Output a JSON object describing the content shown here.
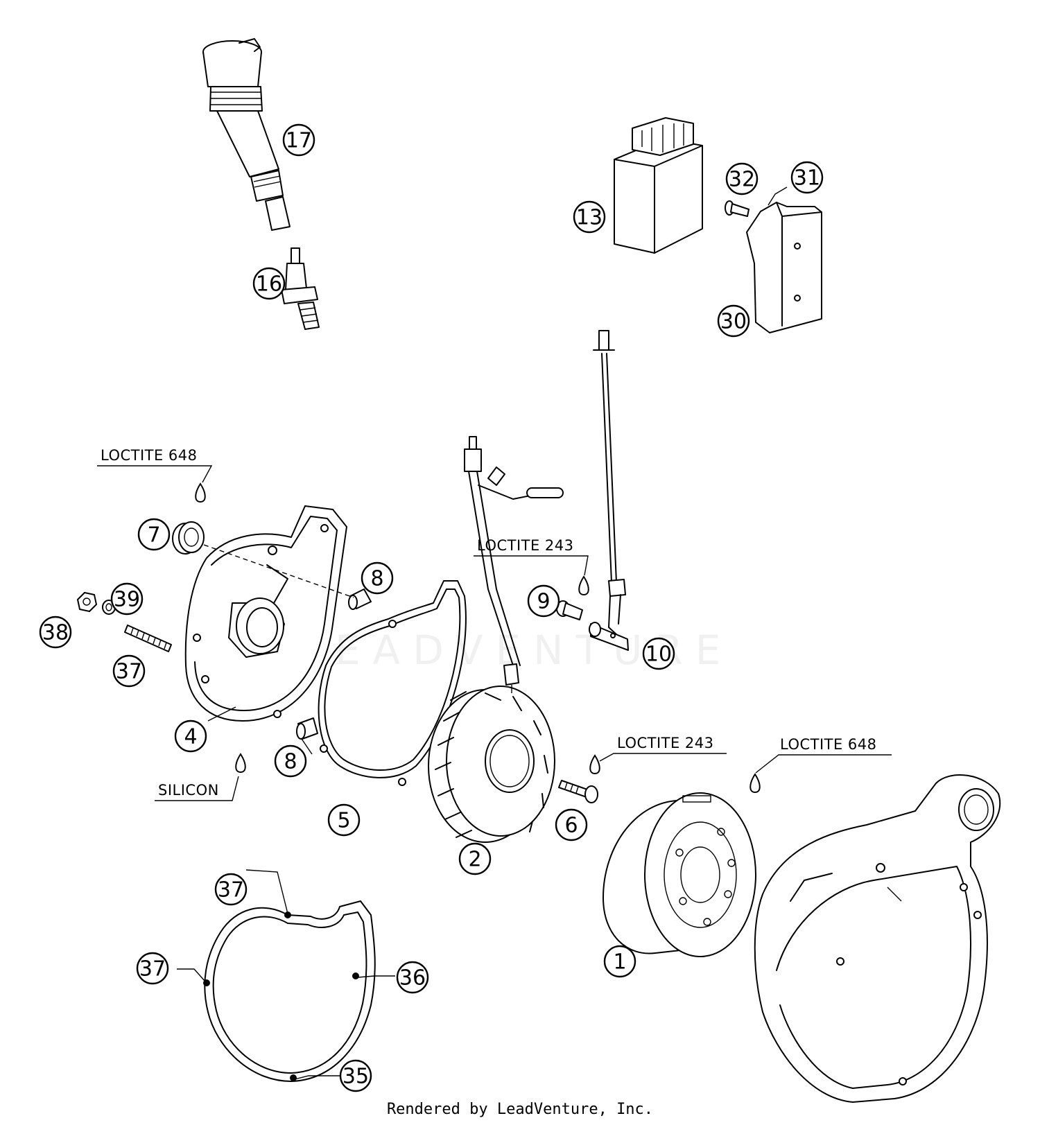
{
  "callouts": [
    "17",
    "16",
    "13",
    "32",
    "31",
    "30",
    "7",
    "8",
    "39",
    "38",
    "37",
    "4",
    "8",
    "5",
    "9",
    "10",
    "2",
    "6",
    "1",
    "37",
    "37",
    "36",
    "35"
  ],
  "notes": {
    "loctite_648_left": "LOCTITE 648",
    "loctite_243_top": "LOCTITE 243",
    "loctite_243_bottom": "LOCTITE 243",
    "loctite_648_right": "LOCTITE 648",
    "silicon": "SILICON"
  },
  "watermark": "LEADVENTURE",
  "footer": "Rendered by LeadVenture, Inc."
}
